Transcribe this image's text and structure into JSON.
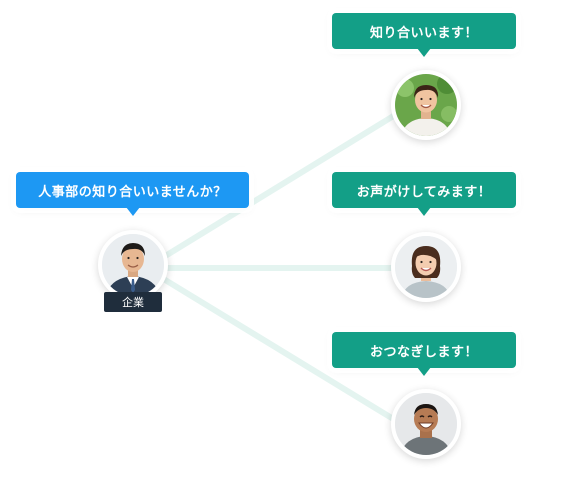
{
  "requester": {
    "bubble_text": "人事部の知り合いいませんか？",
    "tag_label": "企業"
  },
  "contacts": [
    {
      "bubble_text": "知り合いいます！"
    },
    {
      "bubble_text": "お声がけしてみます！"
    },
    {
      "bubble_text": "おつなぎします！"
    }
  ],
  "colors": {
    "request_bubble": "#1d98f3",
    "reply_bubble": "#139f87",
    "connector": "#e4f4f0",
    "tag": "#1f2d3c"
  }
}
